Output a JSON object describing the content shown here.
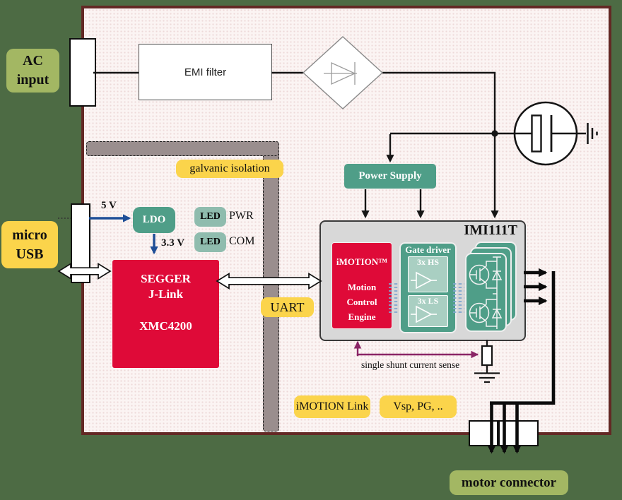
{
  "colors": {
    "background": "#4D6B44",
    "board_fill": "#FBF4F3",
    "board_border": "#632824",
    "teal": "#4F9E88",
    "teal_light": "#8FBCAE",
    "teal_lighter": "#A9CFC2",
    "red": "#DF0A38",
    "yellow": "#FBD44B",
    "olive": "#A3B763",
    "gray_isolation_bar": "#9A8E8E",
    "imi_gray": "#D8D8D8",
    "blue_arrow": "#1E4E97",
    "purple_arrow": "#8A2566",
    "bus_blue": "#7FA6CE"
  },
  "io": {
    "ac_input": "AC input",
    "micro_usb": "micro USB",
    "motor_connector": "motor connector"
  },
  "power": {
    "emi_filter": "EMI filter",
    "power_supply": "Power Supply",
    "ldo": "LDO",
    "v5": "5 V",
    "v33": "3.3 V"
  },
  "isolation": {
    "label": "galvanic isolation"
  },
  "leds": {
    "led": "LED",
    "pwr": "PWR",
    "com": "COM"
  },
  "debug": {
    "segger": "SEGGER",
    "jlink": "J-Link",
    "mcu": "XMC4200",
    "uart": "UART"
  },
  "imi": {
    "title": "IMI111T",
    "mce": [
      "iMOTION™",
      "Motion",
      "Control",
      "Engine"
    ],
    "gate_driver": "Gate driver",
    "hs": "3x HS",
    "ls": "3x LS"
  },
  "annotations": {
    "current_sense": "single shunt current sense",
    "imotion_link": "iMOTION Link",
    "vsp": "Vsp, PG, .."
  }
}
